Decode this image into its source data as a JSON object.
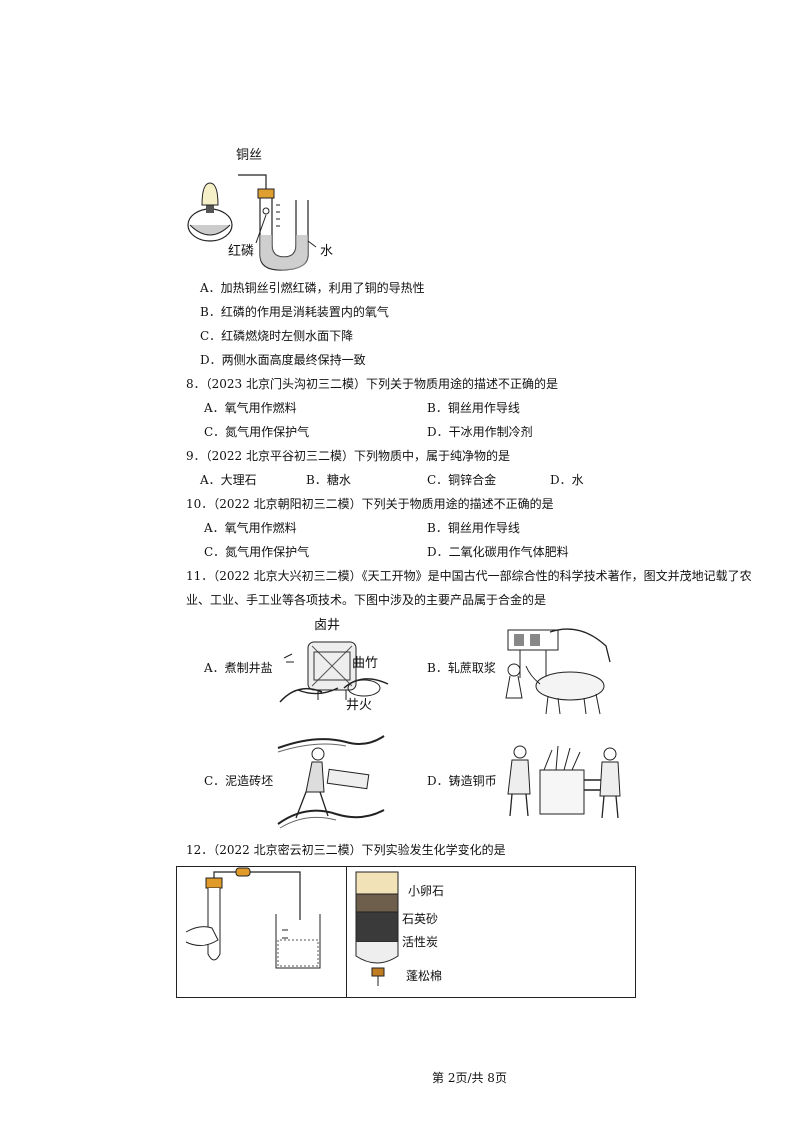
{
  "q7": {
    "figure_labels": {
      "wire": "铜丝",
      "phosphorus": "红磷",
      "water": "水"
    },
    "options": [
      "A．加热铜丝引燃红磷，利用了铜的导热性",
      "B．红磷的作用是消耗装置内的氧气",
      "C．红磷燃烧时左侧水面下降",
      "D．两侧水面高度最终保持一致"
    ]
  },
  "q8": {
    "stem": "8．（2023 北京门头沟初三二模）下列关于物质用途的描述不正确的是",
    "options": [
      "A．氧气用作燃料",
      "B．铜丝用作导线",
      "C．氮气用作保护气",
      "D．干冰用作制冷剂"
    ]
  },
  "q9": {
    "stem": "9．（2022 北京平谷初三二模）下列物质中，属于纯净物的是",
    "options": [
      "A．大理石",
      "B．糖水",
      "C．铜锌合金",
      "D．水"
    ]
  },
  "q10": {
    "stem": "10．（2022 北京朝阳初三二模）下列关于物质用途的描述不正确的是",
    "options": [
      "A．氧气用作燃料",
      "B．铜丝用作导线",
      "C．氮气用作保护气",
      "D．二氧化碳用作气体肥料"
    ]
  },
  "q11": {
    "stem_line1": "11．（2022 北京大兴初三二模）《天工开物》是中国古代一部综合性的科学技术著作，图文并茂地记载了农",
    "stem_line2": "业、工业、手工业等各项技术。下图中涉及的主要产品属于合金的是",
    "options": [
      "A．煮制井盐",
      "B．轧蔗取浆",
      "C．泥造砖坯",
      "D．铸造铜币"
    ],
    "figure_labels": {
      "brine_well": "卤井",
      "bamboo": "曲竹",
      "well_fire": "井火"
    }
  },
  "q12": {
    "stem": "12．（2022 北京密云初三二模）下列实验发生化学变化的是",
    "filter_labels": [
      "小卵石",
      "石英砂",
      "活性炭",
      "蓬松棉"
    ]
  },
  "footer": {
    "page": "第 2页/共 8页"
  }
}
